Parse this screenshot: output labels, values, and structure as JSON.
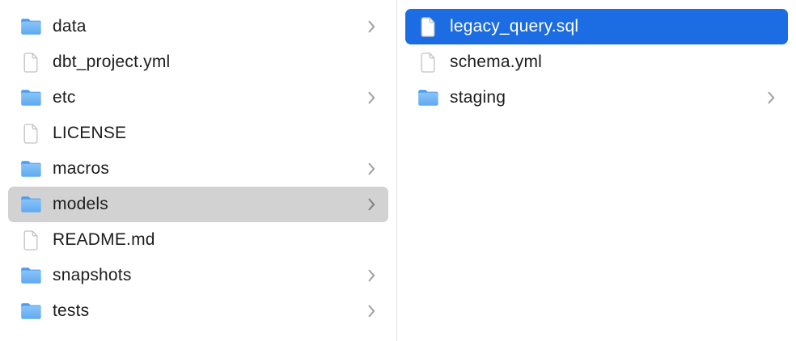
{
  "app": {
    "view": "Finder column browser"
  },
  "colors": {
    "selection_blue": "#1c6ce3",
    "selection_gray": "#d2d2d2",
    "text": "#1d1d1f",
    "text_selected": "#ffffff",
    "folder_blue_top": "#8ac4f8",
    "folder_blue_bottom": "#5ea9f1",
    "folder_tab": "#4a9cee",
    "document_stroke": "#c2c2c7",
    "divider": "#e2e2e2",
    "chevron": "#a4a4a9"
  },
  "columns": [
    {
      "id": "left",
      "items": [
        {
          "label": "data",
          "icon": "folder-icon",
          "chevron": true,
          "selected": "none"
        },
        {
          "label": "dbt_project.yml",
          "icon": "document-icon",
          "chevron": false,
          "selected": "none"
        },
        {
          "label": "etc",
          "icon": "folder-icon",
          "chevron": true,
          "selected": "none"
        },
        {
          "label": "LICENSE",
          "icon": "document-icon",
          "chevron": false,
          "selected": "none"
        },
        {
          "label": "macros",
          "icon": "folder-icon",
          "chevron": true,
          "selected": "none"
        },
        {
          "label": "models",
          "icon": "folder-icon",
          "chevron": true,
          "selected": "gray"
        },
        {
          "label": "README.md",
          "icon": "document-icon",
          "chevron": false,
          "selected": "none"
        },
        {
          "label": "snapshots",
          "icon": "folder-icon",
          "chevron": true,
          "selected": "none"
        },
        {
          "label": "tests",
          "icon": "folder-icon",
          "chevron": true,
          "selected": "none"
        }
      ]
    },
    {
      "id": "right",
      "items": [
        {
          "label": "legacy_query.sql",
          "icon": "document-icon",
          "chevron": false,
          "selected": "blue"
        },
        {
          "label": "schema.yml",
          "icon": "document-icon",
          "chevron": false,
          "selected": "none"
        },
        {
          "label": "staging",
          "icon": "folder-icon",
          "chevron": true,
          "selected": "none"
        }
      ]
    }
  ]
}
